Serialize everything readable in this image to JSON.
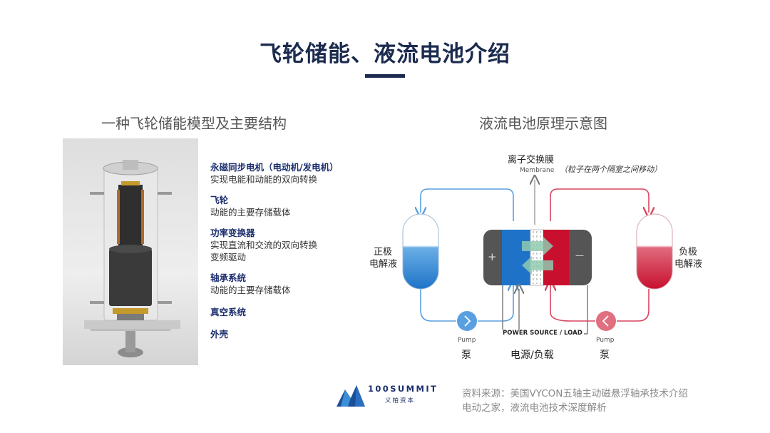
{
  "title": "飞轮储能、液流电池介绍",
  "flywheel": {
    "subtitle": "一种飞轮储能模型及主要结构",
    "items": [
      {
        "head": "永磁同步电机（电动机/发电机）",
        "desc": "实现电能和动能的双向转换"
      },
      {
        "head": "飞轮",
        "desc": "动能的主要存储载体"
      },
      {
        "head": "功率变换器",
        "desc": "实现直流和交流的双向转换",
        "desc2": "变频驱动"
      },
      {
        "head": "轴承系统",
        "desc": "动能的主要存储载体"
      },
      {
        "head": "真空系统",
        "desc": ""
      },
      {
        "head": "外壳",
        "desc": ""
      }
    ]
  },
  "flow_battery": {
    "subtitle": "液流电池原理示意图",
    "membrane_cn": "离子交换膜",
    "membrane_en": "Membrane",
    "note": "（粒子在两个隔室之间移动）",
    "positive_label_1": "正极",
    "positive_label_2": "电解液",
    "negative_label_1": "负极",
    "negative_label_2": "电解液",
    "pump_en": "Pump",
    "pump_cn": "泵",
    "power_en": "POWER SOURCE / LOAD",
    "power_cn": "电源/负载",
    "plus": "+",
    "minus": "—",
    "colors": {
      "positive": "#1e73c8",
      "negative": "#c8102e",
      "electrode": "#555555"
    }
  },
  "logo": {
    "name": "100SUMMIT",
    "sub": "义柏资本"
  },
  "source": {
    "line1": "资料来源：美国VYCON五轴主动磁悬浮轴承技术介绍",
    "line2": "电动之家，液流电池技术深度解析"
  }
}
